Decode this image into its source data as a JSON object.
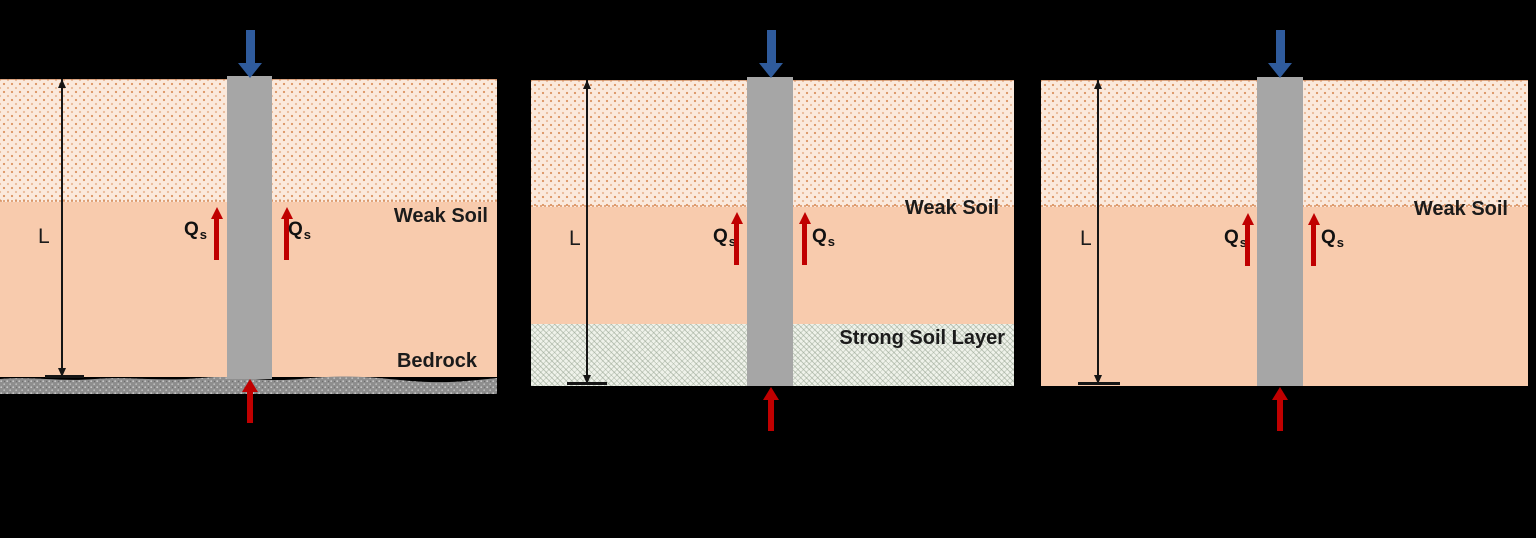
{
  "figure": {
    "panels": [
      {
        "name": "pile-end-bearing-on-bedrock",
        "length_label": "L",
        "q_symbol": "Q",
        "q_subscript": "s",
        "weak_soil_label": "Weak Soil",
        "base_label": "Bedrock"
      },
      {
        "name": "pile-end-bearing-in-strong-soil-layer",
        "length_label": "L",
        "q_symbol": "Q",
        "q_subscript": "s",
        "weak_soil_label": "Weak Soil",
        "base_label": "Strong Soil Layer"
      },
      {
        "name": "friction-pile-in-weak-soil",
        "length_label": "L",
        "q_symbol": "Q",
        "q_subscript": "s",
        "weak_soil_label": "Weak Soil"
      }
    ],
    "icons": {
      "applied_load": "blue-down-arrow",
      "skin_friction": "red-up-arrow",
      "end_bearing": "red-up-arrow",
      "depth_dimension": "double-headed-vertical-arrow"
    },
    "colors": {
      "background": "#000000",
      "weak_soil_upper": "#FBE9DC",
      "weak_soil_dots": "#DE9B6D",
      "weak_soil_lower": "#F8CBAD",
      "pile": "#A6A6A6",
      "bedrock": "#8E8E8E",
      "strong_soil": "#EFF2EA",
      "applied_load_arrow": "#2F5B9C",
      "resistance_arrow": "#C00000"
    }
  }
}
